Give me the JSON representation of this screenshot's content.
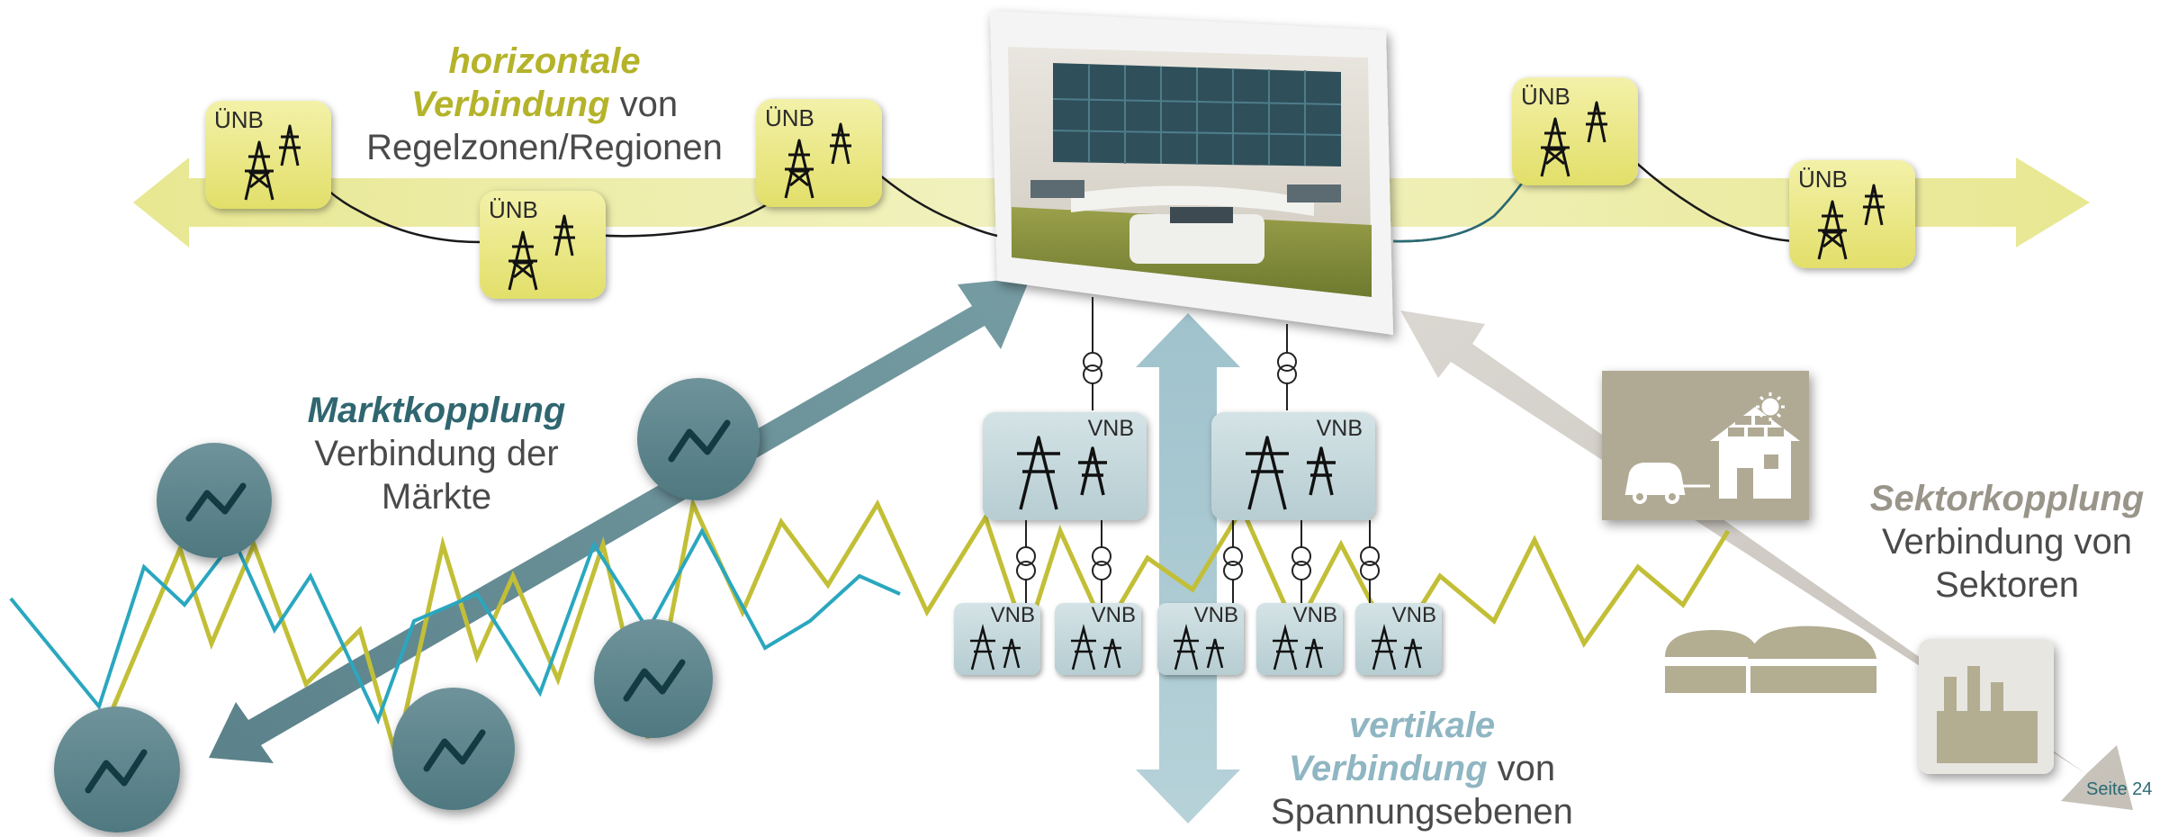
{
  "horizontal": {
    "line1": "horizontale",
    "line2_em": "Verbindung",
    "line2_rest": " von",
    "line3": "Regelzonen/Regionen"
  },
  "market": {
    "title": "Marktkopplung",
    "line2": "Verbindung der",
    "line3": "Märkte"
  },
  "vertical": {
    "line1": "vertikale",
    "line2_em": "Verbindung",
    "line2_rest": " von",
    "line3": "Spannungsebenen"
  },
  "sector": {
    "title": "Sektorkopplung",
    "line2": "Verbindung von",
    "line3": "Sektoren"
  },
  "labels": {
    "unb": "ÜNB",
    "vnb": "VNB"
  },
  "page_number": "Seite 24",
  "colors": {
    "yellow_accent": "#b4b32a",
    "teal_accent": "#2f6670",
    "vertical_accent": "#8fb6c2",
    "sector_accent": "#9a958a",
    "text_gray": "#4a4a4a"
  },
  "icons": [
    "transmission-tower-icon",
    "transformer-icon",
    "market-trend-icon",
    "electric-car-icon",
    "house-icon",
    "solar-panel-icon",
    "sun-icon",
    "biogas-plant-icon",
    "factory-icon",
    "control-room-photo"
  ]
}
